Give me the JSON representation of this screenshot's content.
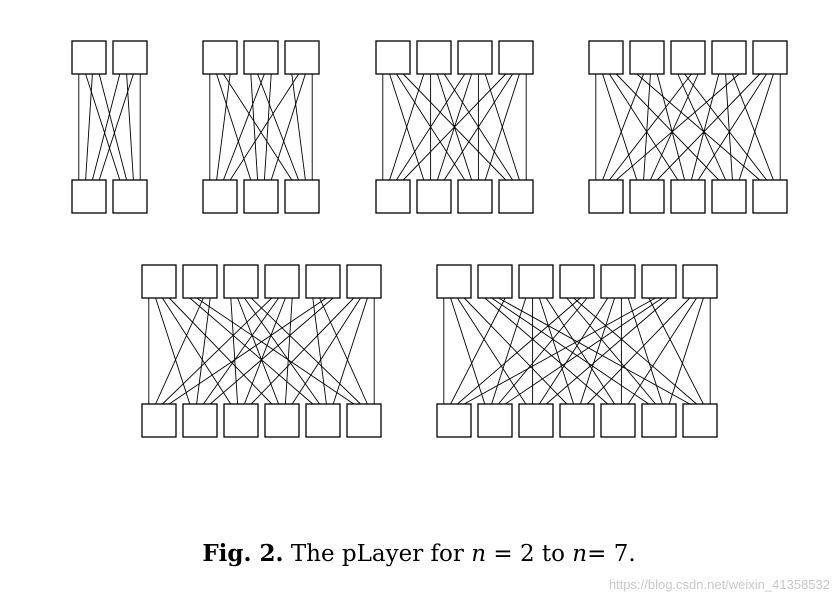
{
  "figure": {
    "caption_label": "Fig. 2.",
    "caption_pre": "The pLayer for",
    "caption_var1": "n",
    "caption_eq1": "= 2 to",
    "caption_var2": "n",
    "caption_eq2": "= 7."
  },
  "diagram": {
    "player_sizes": [
      2,
      3,
      4,
      5,
      6,
      7
    ]
  },
  "watermark": "https://blog.csdn.net/weixin_41358532"
}
